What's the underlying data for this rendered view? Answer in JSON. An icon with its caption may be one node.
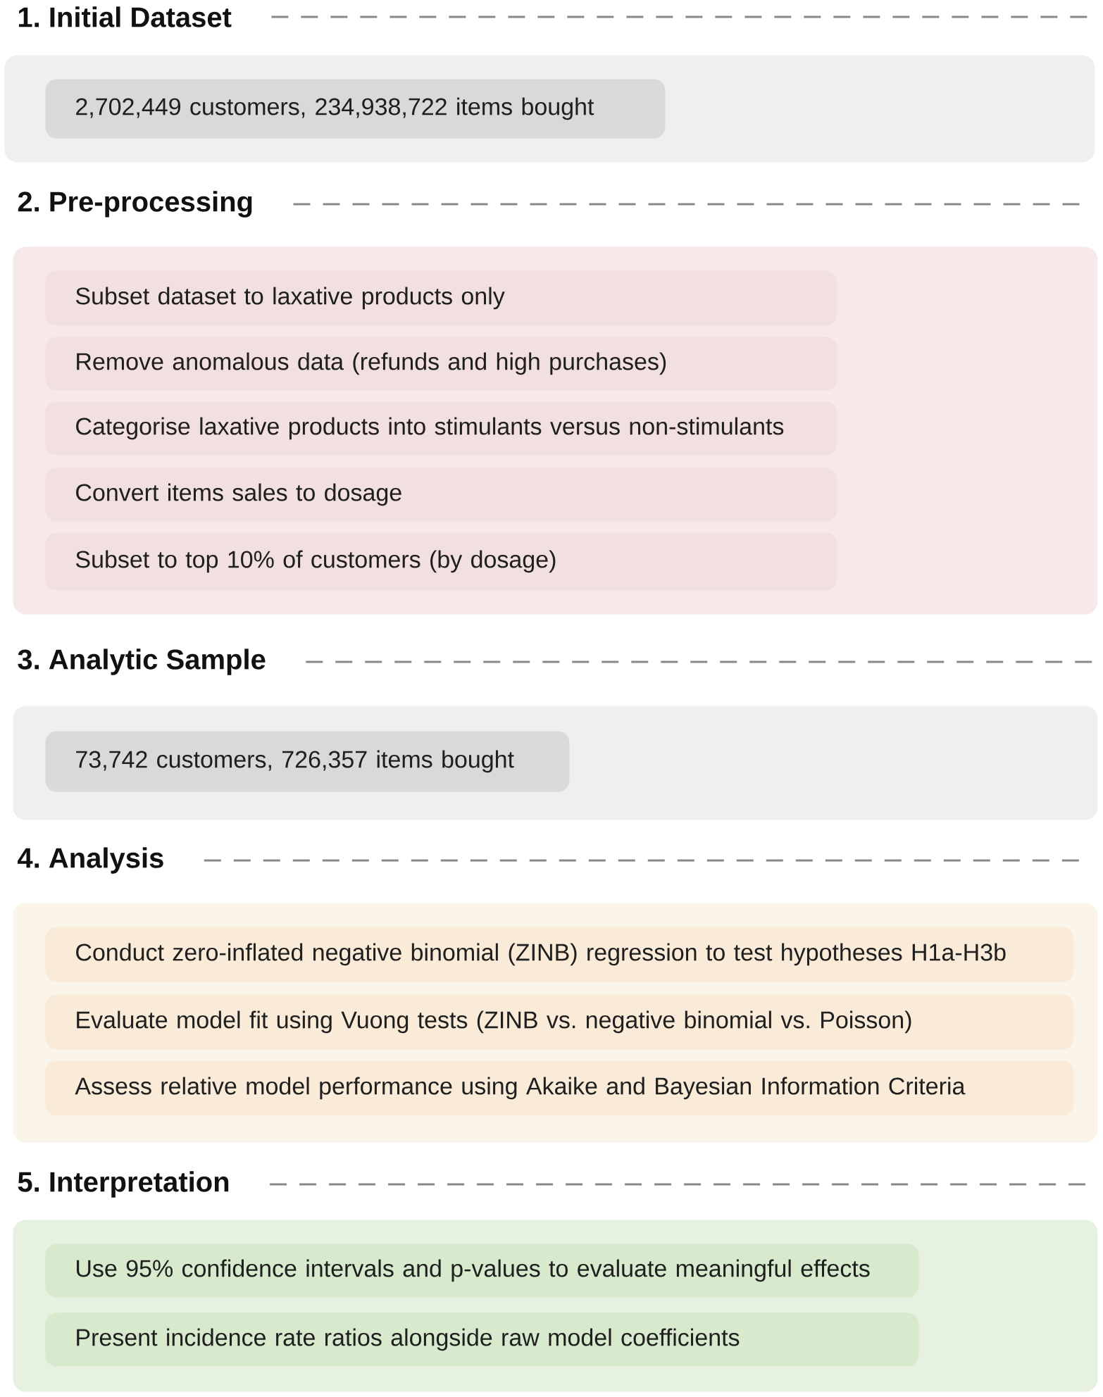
{
  "diagram": {
    "nodes": [
      {
        "text": [
          "1. Initial Dataset"
        ]
      },
      {
        "text": [
          "2,702,449 customers, 234,938,722 items bought"
        ],
        "in": 0
      },
      {
        "text": [
          "2. Pre-processing"
        ]
      },
      {
        "text": [
          "Subset dataset to laxative products only"
        ],
        "in": 2
      },
      {
        "text": [
          "Remove anomalous data (refunds and high purchases)"
        ],
        "in": 2
      },
      {
        "text": [
          "Categorise laxative products into stimulants versus non-stimulants"
        ],
        "in": 2
      },
      {
        "text": [
          "Convert items sales to dosage"
        ],
        "in": 2
      },
      {
        "text": [
          "Subset to top 10% of customers (by dosage)"
        ],
        "in": 2
      },
      {
        "text": [
          "3. Analytic Sample"
        ]
      },
      {
        "text": [
          "73,742 customers, 726,357 items bought"
        ],
        "in": 8
      },
      {
        "text": [
          "4. Analysis"
        ]
      },
      {
        "text": [
          "Conduct zero-inflated negative binomial (ZINB) regression to test hypotheses H1a-H3b"
        ],
        "in": 10
      },
      {
        "text": [
          "Evaluate model fit using Vuong tests (ZINB vs. negative binomial vs. Poisson)"
        ],
        "in": 10
      },
      {
        "text": [
          "Assess relative model performance using Akaike and Bayesian Information Criteria"
        ],
        "in": 10
      },
      {
        "text": [
          "5. Interpretation"
        ]
      },
      {
        "text": [
          "Use 95% confidence intervals and p-values to evaluate meaningful effects"
        ],
        "in": 14
      },
      {
        "text": [
          "Present incidence rate ratios alongside raw model coefficients"
        ],
        "in": 14
      }
    ]
  }
}
